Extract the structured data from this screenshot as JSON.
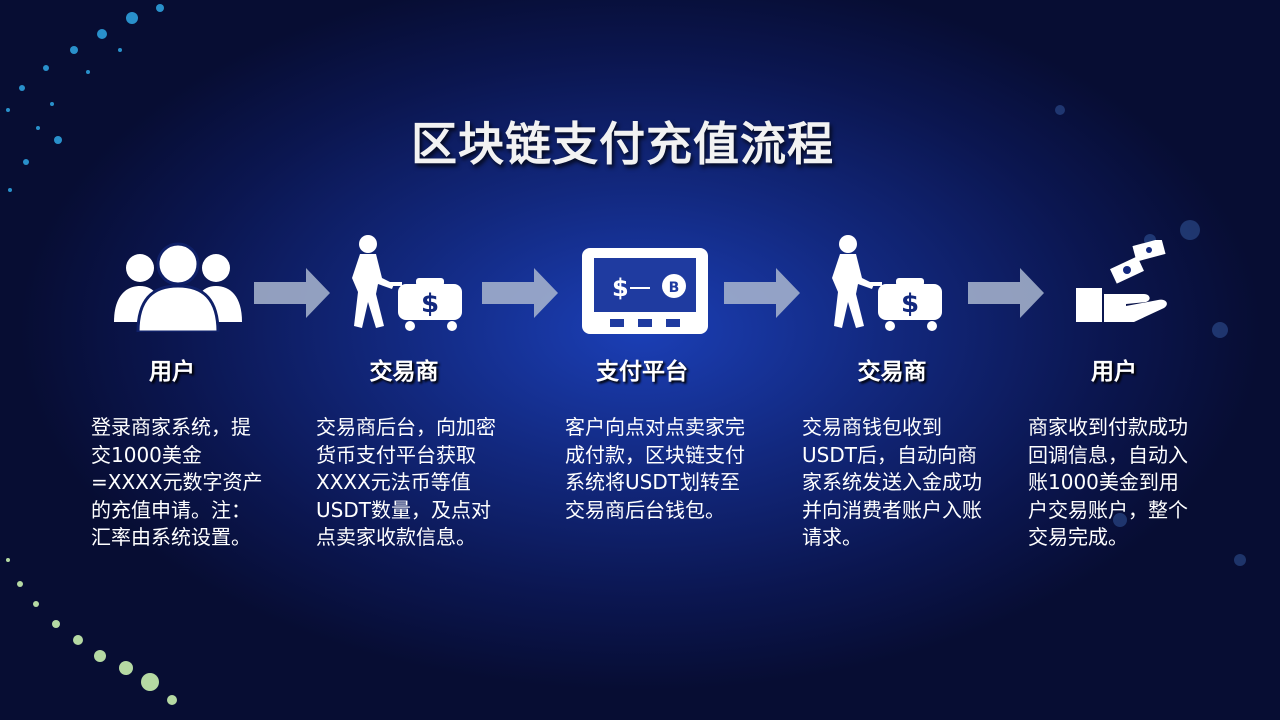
{
  "title": "区块链支付充值流程",
  "steps": [
    {
      "icon": "users-group-icon",
      "label": "用户",
      "desc": "登录商家系统，提交1000美金=XXXX元数字资产的充值申请。注：汇率由系统设置。"
    },
    {
      "icon": "porter-with-cart-icon",
      "label": "交易商",
      "desc": "交易商后台，向加密货币支付平台获取XXXX元法币等值USDT数量，及点对点卖家收款信息。"
    },
    {
      "icon": "payment-terminal-icon",
      "label": "支付平台",
      "desc": "客户向点对点卖家完成付款，区块链支付系统将USDT划转至交易商后台钱包。"
    },
    {
      "icon": "porter-with-cart-icon",
      "label": "交易商",
      "desc": "交易商钱包收到USDT后，自动向商家系统发送入金成功并向消费者账户入账请求。"
    },
    {
      "icon": "money-in-hand-icon",
      "label": "用户",
      "desc": "商家收到付款成功回调信息，自动入账1000美金到用户交易账户，整个交易完成。"
    }
  ],
  "colors": {
    "background": "#0b1650",
    "text": "#ffffff",
    "arrow": "#a9b6cf"
  }
}
